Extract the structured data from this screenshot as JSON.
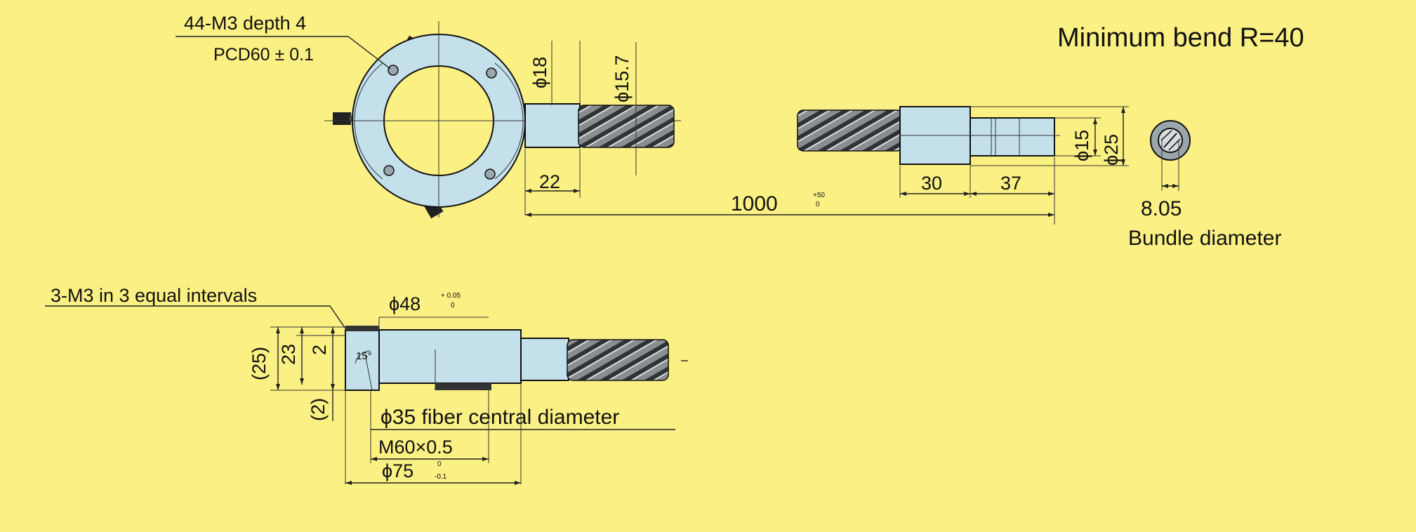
{
  "front_view": {
    "holes_note_line1": "44-M3 depth 4",
    "holes_note_line2": "PCD60 ± 0.1",
    "dia_sleeve": "ϕ18",
    "dia_tube": "ϕ15.7",
    "len_sleeve": "22",
    "len_total": "1000",
    "len_total_tol_upper": "+50",
    "len_total_tol_lower": "0",
    "len_ferrule_body": "30",
    "len_ferrule_tip": "37",
    "dia_ferrule_tip": "ϕ15",
    "dia_ferrule_body": "ϕ25"
  },
  "notes": {
    "min_bend": "Minimum bend R=40"
  },
  "end_view": {
    "bundle_value": "8.05",
    "bundle_label": "Bundle diameter"
  },
  "side_view": {
    "tapped_note": "3-M3 in 3 equal intervals",
    "dia_48": "ϕ48",
    "dia_48_tol_upper": "+ 0.05",
    "dia_48_tol_lower": "0",
    "h_25": "(25)",
    "h_23": "23",
    "h_2": "2",
    "h_2b": "(2)",
    "angle": "15°",
    "fiber_dia": "ϕ35 fiber central diameter",
    "thread": "M60×0.5",
    "dia_75": "ϕ75",
    "dia_75_tol_upper": "0",
    "dia_75_tol_lower": "-0.1"
  }
}
